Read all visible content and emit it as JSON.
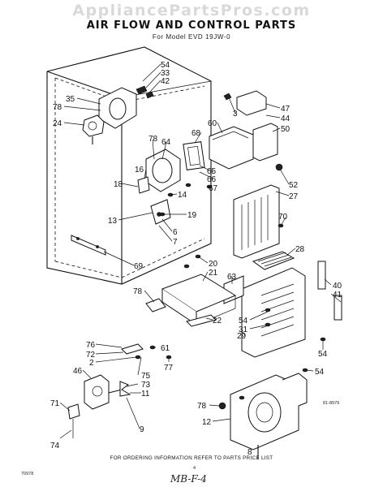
{
  "watermark": "AppliancePartsPros.com",
  "title": "AIR FLOW AND CONTROL PARTS",
  "subtitle": "For Model EVD 19JW-0",
  "code_right": "81-8979",
  "code_left": "70978",
  "page_marker": "4",
  "footer": "FOR ORDERING INFORMATION REFER TO PARTS PRICE LIST",
  "handwritten": "MB-F-4",
  "labels": [
    "54",
    "33",
    "42",
    "35",
    "78",
    "24",
    "3",
    "47",
    "44",
    "60",
    "50",
    "68",
    "78",
    "64",
    "65",
    "66",
    "16",
    "67",
    "18",
    "14",
    "19",
    "13",
    "6",
    "7",
    "52",
    "27",
    "70",
    "28",
    "69",
    "20",
    "21",
    "63",
    "40",
    "41",
    "78",
    "22",
    "54",
    "31",
    "29",
    "54",
    "54",
    "76",
    "61",
    "72",
    "2",
    "75",
    "46",
    "73",
    "77",
    "11",
    "71",
    "9",
    "78",
    "12",
    "74",
    "8"
  ]
}
